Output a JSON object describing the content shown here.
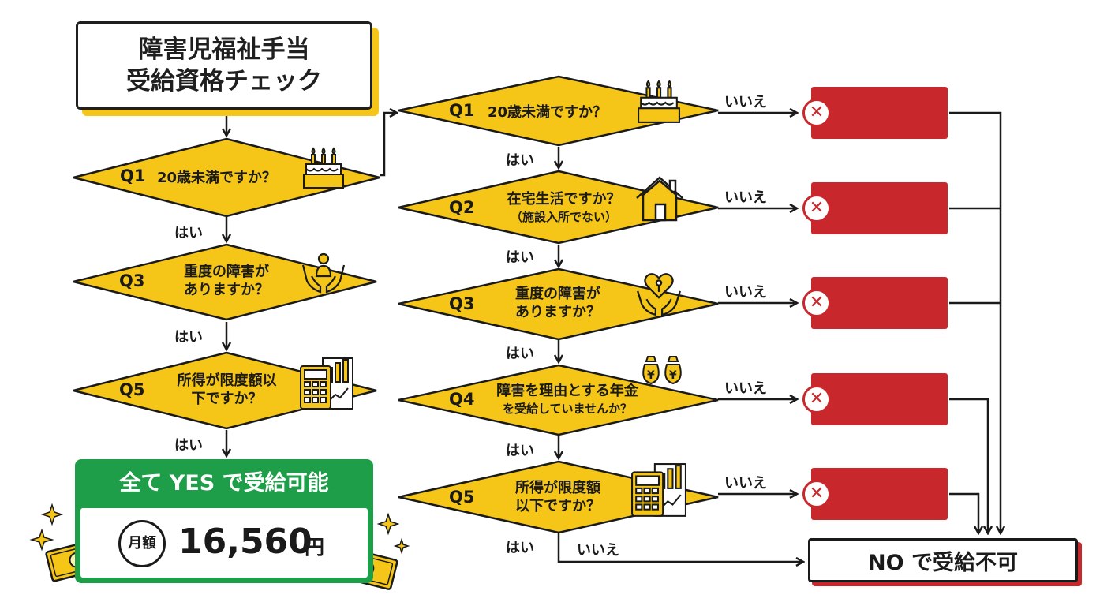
{
  "title": {
    "line1": "障害児福祉手当",
    "line2": "受給資格チェック"
  },
  "left_flow": [
    {
      "num": "Q1",
      "text1": "20歳未満ですか？",
      "text2": "",
      "icon": "birthday-cake-icon"
    },
    {
      "num": "Q3",
      "text1": "重度の障害が",
      "text2": "ありますか？",
      "icon": "caring-hands-icon"
    },
    {
      "num": "Q5",
      "text1": "所得が限度額以",
      "text2": "下ですか？",
      "icon": "calculator-chart-icon"
    }
  ],
  "right_flow": [
    {
      "num": "Q1",
      "text1": "20歳未満ですか？",
      "text2": "",
      "icon": "birthday-cake-icon"
    },
    {
      "num": "Q2",
      "text1": "在宅生活ですか？",
      "text2": "（施設入所でない）",
      "icon": "house-icon"
    },
    {
      "num": "Q3",
      "text1": "重度の障害が",
      "text2": "ありますか？",
      "icon": "heart-hands-icon"
    },
    {
      "num": "Q4",
      "text1": "障害を理由とする年金",
      "text2": "を受給していませんか？",
      "icon": "yen-money-bags-icon"
    },
    {
      "num": "Q5",
      "text1": "所得が限度額",
      "text2": "以下ですか？",
      "icon": "calculator-chart-icon"
    }
  ],
  "labels": {
    "yes": "はい",
    "no": "いいえ"
  },
  "result_yes": {
    "title": "全て YES で受給可能",
    "amount_label": "月額",
    "amount": "16,560",
    "unit": "円"
  },
  "result_no": {
    "text": "NO で受給不可"
  },
  "no_marker": "✕",
  "colors": {
    "diamond": "#f5c518",
    "stop": "#c8282c",
    "yes": "#1e9e48",
    "title_shadow": "#f5c518"
  }
}
